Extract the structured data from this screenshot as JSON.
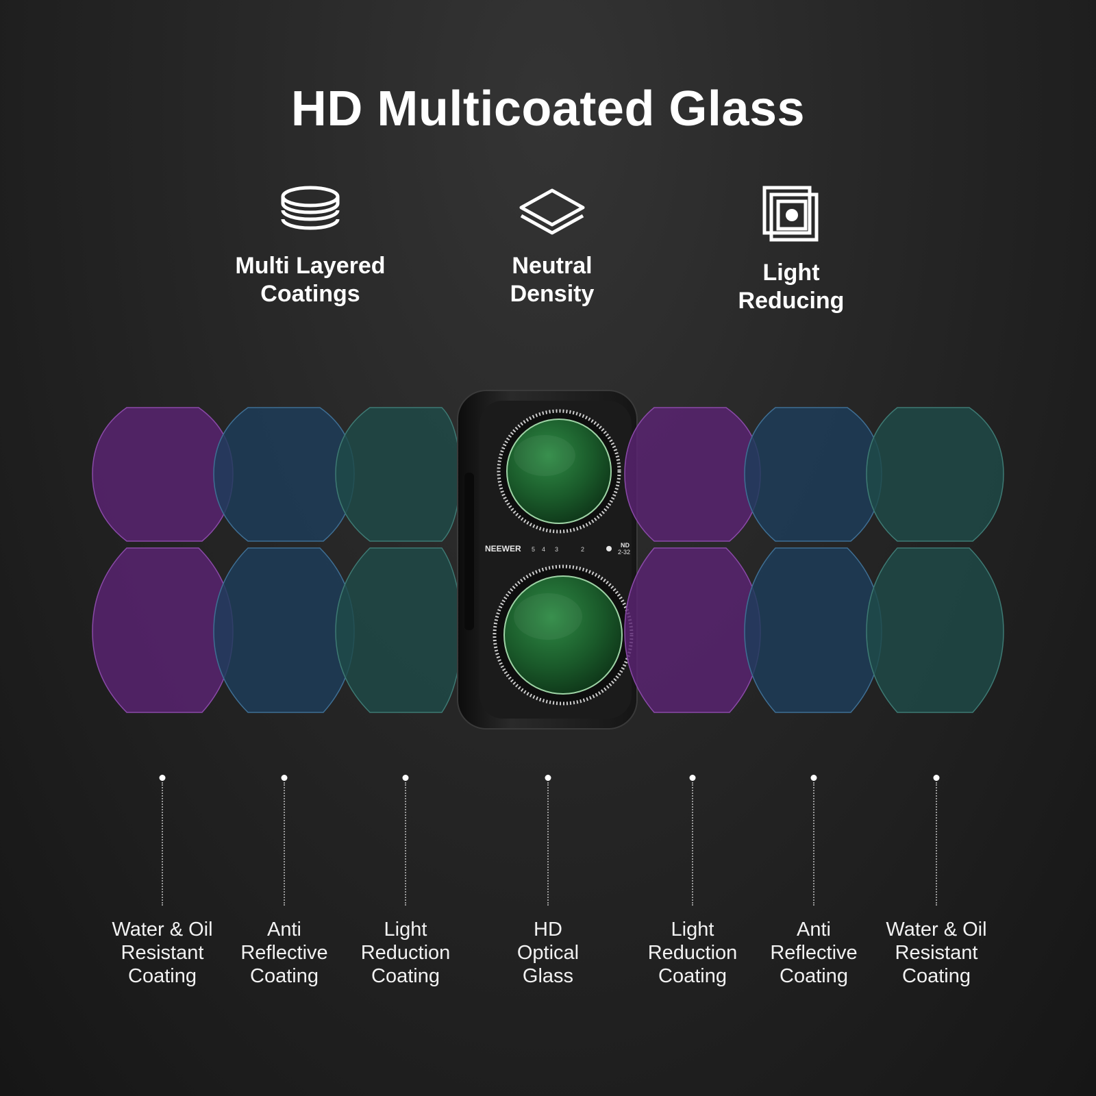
{
  "title": "HD Multicoated Glass",
  "features": [
    {
      "icon": "stacked-discs-icon",
      "line1": "Multi Layered",
      "line2": "Coatings"
    },
    {
      "icon": "layers-icon",
      "line1": "Neutral",
      "line2": "Density"
    },
    {
      "icon": "light-reducing-frames-icon",
      "line1": "Light",
      "line2": "Reducing"
    }
  ],
  "product": {
    "brand": "NEEWER",
    "scale": [
      "5",
      "4",
      "3",
      "2"
    ],
    "model_line1": "ND",
    "model_line2": "2-32"
  },
  "colors": {
    "purple": "#5a2373",
    "blue": "#1d3d5a",
    "teal": "#1f4a48",
    "filter_green": "#1c5a2c"
  },
  "layers": [
    {
      "line1": "Water & Oil",
      "line2": "Resistant",
      "line3": "Coating"
    },
    {
      "line1": "Anti",
      "line2": "Reflective",
      "line3": "Coating"
    },
    {
      "line1": "Light",
      "line2": "Reduction",
      "line3": "Coating"
    },
    {
      "line1": "HD",
      "line2": "Optical",
      "line3": "Glass"
    },
    {
      "line1": "Light",
      "line2": "Reduction",
      "line3": "Coating"
    },
    {
      "line1": "Anti",
      "line2": "Reflective",
      "line3": "Coating"
    },
    {
      "line1": "Water & Oil",
      "line2": "Resistant",
      "line3": "Coating"
    }
  ]
}
